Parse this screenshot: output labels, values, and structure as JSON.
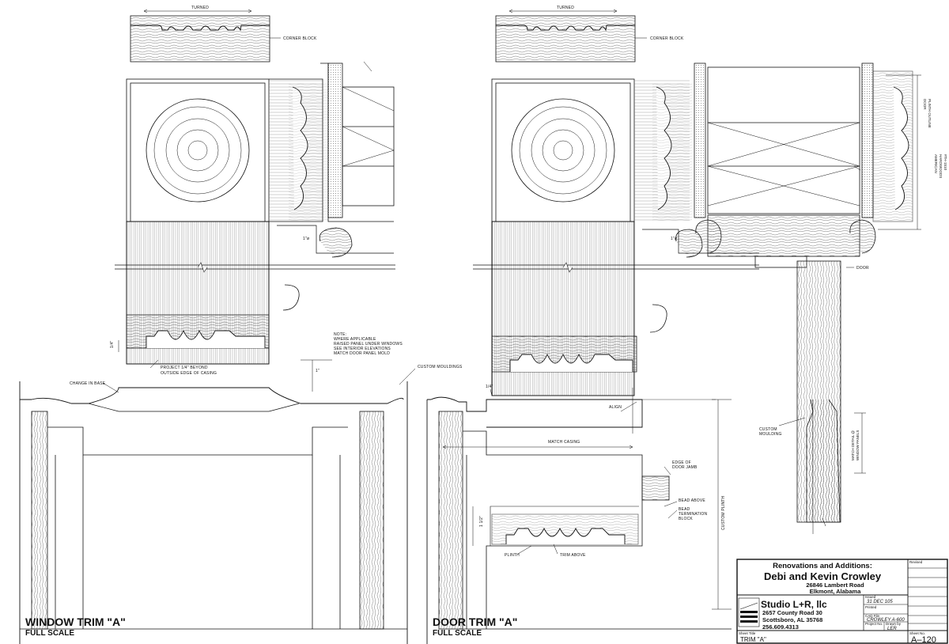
{
  "sheet": {
    "left_detail": {
      "title": "WINDOW TRIM \"A\"",
      "scale": "FULL SCALE",
      "notes": {
        "turned": "TURNED",
        "corner_block": "CORNER BLOCK",
        "dim_1o": "1\"ø",
        "dim_14": "1/4\"",
        "dim_1": "1\"",
        "project": [
          "PROJECT 1/4\" BEYOND",
          "OUTSIDE EDGE OF CASING"
        ],
        "change_in_base": "CHANGE IN BASE",
        "custom_mouldings": "CUSTOM MOULDINGS",
        "note_block": [
          "NOTE:",
          "WHERE APPLICABLE",
          "RAISED PANEL UNDER WINDOWS",
          "SEE INTERIOR ELEVATIONS",
          "MATCH DOOR PANEL MOLD"
        ]
      }
    },
    "right_detail": {
      "title": "DOOR TRIM \"A\"",
      "scale": "FULL SCALE",
      "notes": {
        "turned": "TURNED",
        "corner_block": "CORNER BLOCK",
        "dim_1o": "1\"ø",
        "dim_14": "1/4\"",
        "dim_112": "1 1/2\"",
        "align": "ALIGN",
        "match_casing": "MATCH CASING",
        "edge_of_door_jamb": [
          "EDGE OF",
          "DOOR JAMB"
        ],
        "bead_above": "BEAD ABOVE",
        "bead_termination_block": [
          "BEAD",
          "TERMINATION",
          "BLOCK"
        ],
        "custom_plinth": "CUSTOM PLINTH",
        "plinth": "PLINTH",
        "trim_above": "TRIM ABOVE",
        "door": "DOOR",
        "custom_moulding": [
          "CUSTOM",
          "MOULDING"
        ],
        "match_detail": [
          "MATCH DETAIL @",
          "WINDOW PANELS"
        ],
        "door_plinth_outline": [
          "DOOR",
          "PLINTH OUTLINE"
        ],
        "american_hardwoods": [
          "AMERICAN",
          "HARDWOODS",
          "#TH-1510"
        ]
      }
    },
    "title_block": {
      "project_heading": "Renovations and Additions:",
      "client": "Debi and Kevin Crowley",
      "address1": "26846 Lambert Road",
      "address2": "Elkmont, Alabama",
      "firm": "Studio L+R, llc",
      "firm_address1": "2657 County Road 30",
      "firm_address2": "Scottsboro, AL  35768",
      "firm_phone": "256.609.4313",
      "issued_label": "Issued",
      "issued_value": "31 DEC 105",
      "printed_label": "Printed",
      "cad_label": "CAD File",
      "cad_value": "CROWLEY  A-600",
      "project_no_label": "Project No.",
      "drawn_by_label": "Drawn by",
      "drawn_by_value": "LER",
      "sheet_title_label": "Sheet Title",
      "sheet_title": "TRIM  \"A\"",
      "sheet_no_label": "Sheet No.",
      "sheet_no": "A–120",
      "revised_label": "Revised"
    }
  }
}
